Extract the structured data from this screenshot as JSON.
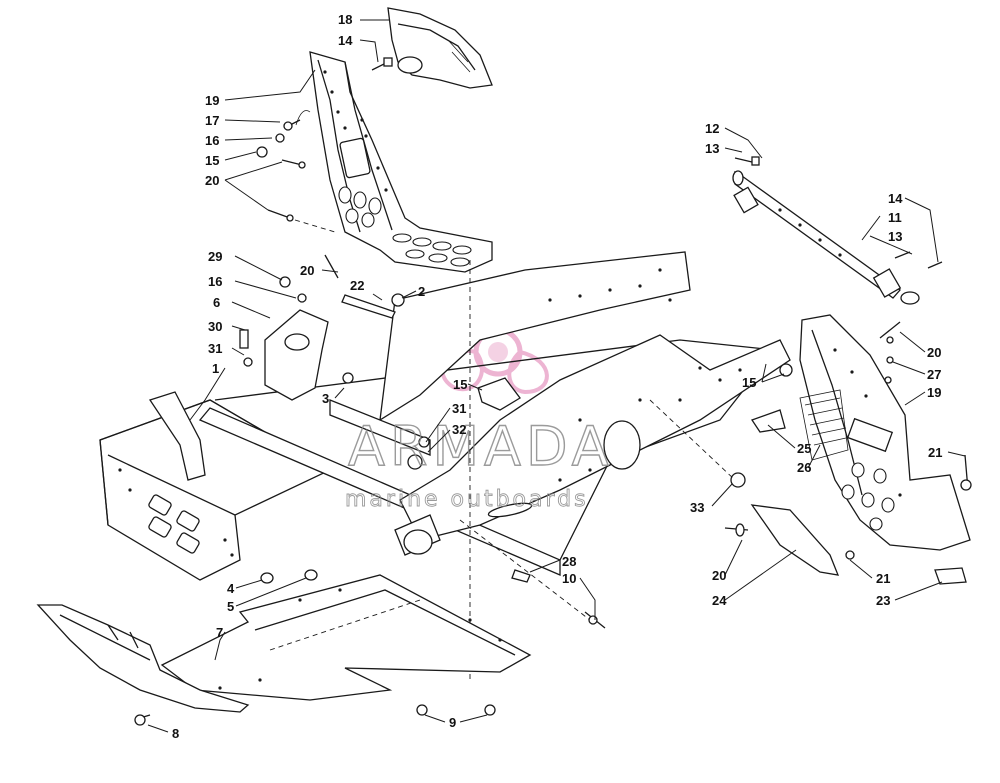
{
  "watermark": {
    "brand": "ARMADA",
    "tagline": "marine outboards",
    "logo_color": "#e79bc4"
  },
  "callouts": [
    {
      "id": "c18",
      "label": "18"
    },
    {
      "id": "c14a",
      "label": "14"
    },
    {
      "id": "c19a",
      "label": "19"
    },
    {
      "id": "c17",
      "label": "17"
    },
    {
      "id": "c16a",
      "label": "16"
    },
    {
      "id": "c15a",
      "label": "15"
    },
    {
      "id": "c20a",
      "label": "20"
    },
    {
      "id": "c29",
      "label": "29"
    },
    {
      "id": "c16b",
      "label": "16"
    },
    {
      "id": "c6",
      "label": "6"
    },
    {
      "id": "c30",
      "label": "30"
    },
    {
      "id": "c31a",
      "label": "31"
    },
    {
      "id": "c20b",
      "label": "20"
    },
    {
      "id": "c22",
      "label": "22"
    },
    {
      "id": "c2",
      "label": "2"
    },
    {
      "id": "c1",
      "label": "1"
    },
    {
      "id": "c3",
      "label": "3"
    },
    {
      "id": "c15b",
      "label": "15"
    },
    {
      "id": "c31b",
      "label": "31"
    },
    {
      "id": "c32",
      "label": "32"
    },
    {
      "id": "c4",
      "label": "4"
    },
    {
      "id": "c5",
      "label": "5"
    },
    {
      "id": "c7",
      "label": "7"
    },
    {
      "id": "c8",
      "label": "8"
    },
    {
      "id": "c9",
      "label": "9"
    },
    {
      "id": "c28",
      "label": "28"
    },
    {
      "id": "c10",
      "label": "10"
    },
    {
      "id": "c33",
      "label": "33"
    },
    {
      "id": "c12",
      "label": "12"
    },
    {
      "id": "c13a",
      "label": "13"
    },
    {
      "id": "c14b",
      "label": "14"
    },
    {
      "id": "c11",
      "label": "11"
    },
    {
      "id": "c13b",
      "label": "13"
    },
    {
      "id": "c20c",
      "label": "20"
    },
    {
      "id": "c15c",
      "label": "15"
    },
    {
      "id": "c27",
      "label": "27"
    },
    {
      "id": "c19b",
      "label": "19"
    },
    {
      "id": "c25",
      "label": "25"
    },
    {
      "id": "c26",
      "label": "26"
    },
    {
      "id": "c21a",
      "label": "21"
    },
    {
      "id": "c20d",
      "label": "20"
    },
    {
      "id": "c24",
      "label": "24"
    },
    {
      "id": "c21b",
      "label": "21"
    },
    {
      "id": "c23",
      "label": "23"
    }
  ]
}
